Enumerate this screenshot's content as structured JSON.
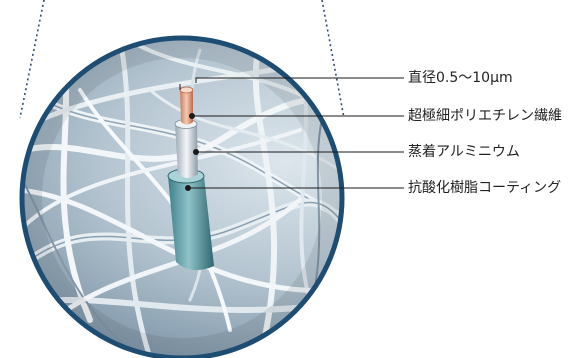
{
  "colors": {
    "circle_border": "#1e4d73",
    "leader_line": "#1a1a1a",
    "core": "#e8a98a",
    "aluminium": "#d8dde3",
    "coating": "#5a9aa3",
    "fiber_bg": "#b5c6d2"
  },
  "labels": [
    {
      "id": "diameter",
      "text": "直径0.5～10μm"
    },
    {
      "id": "fiber",
      "text": "超極細ポリエチレン繊維"
    },
    {
      "id": "aluminium",
      "text": "蒸着アルミニウム"
    },
    {
      "id": "coating",
      "text": "抗酸化樹脂コーティング"
    }
  ]
}
